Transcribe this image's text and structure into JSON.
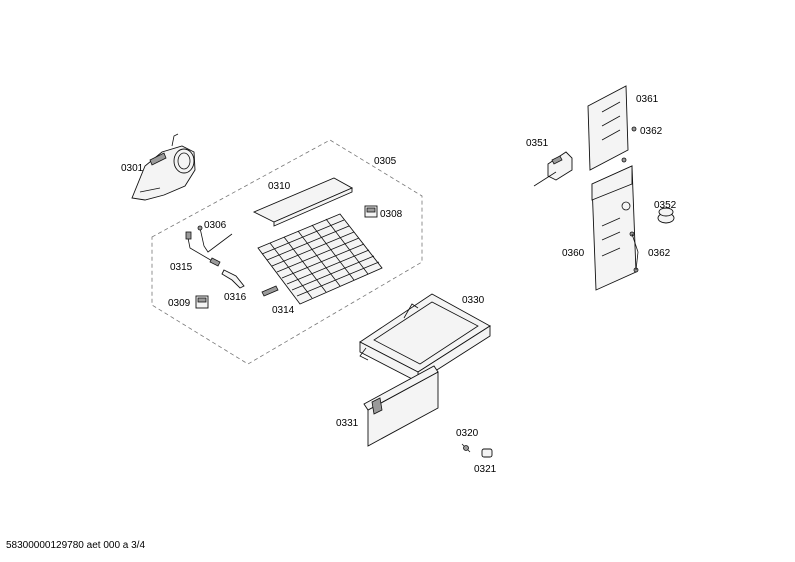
{
  "labels": {
    "p0301": "0301",
    "p0305": "0305",
    "p0306": "0306",
    "p0308": "0308",
    "p0309": "0309",
    "p0310": "0310",
    "p0314": "0314",
    "p0315": "0315",
    "p0316": "0316",
    "p0320": "0320",
    "p0321": "0321",
    "p0330": "0330",
    "p0331": "0331",
    "p0351": "0351",
    "p0352": "0352",
    "p0360": "0360",
    "p0361": "0361",
    "p0362a": "0362",
    "p0362b": "0362"
  },
  "footer": "58300000129780 aet 000 a 3/4"
}
